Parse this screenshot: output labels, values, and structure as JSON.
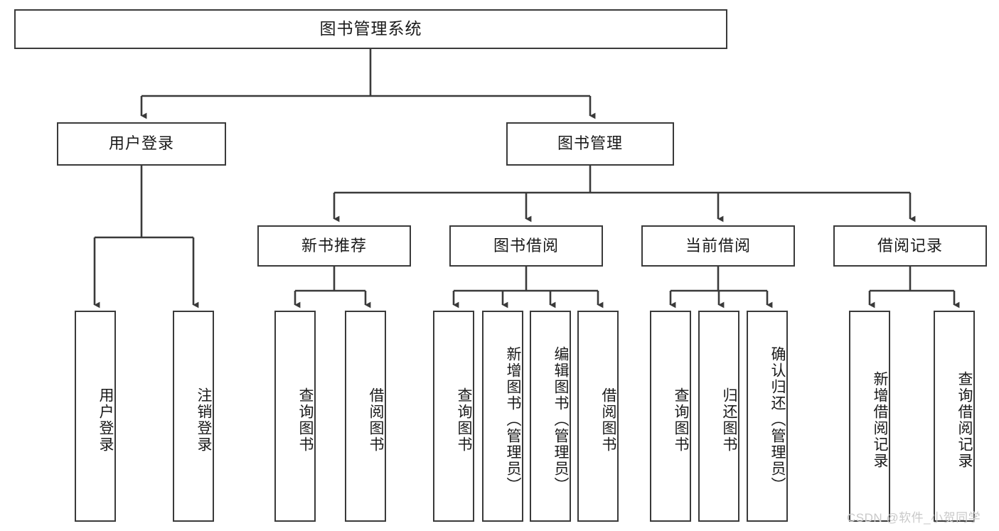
{
  "diagram": {
    "type": "tree",
    "title": "图书管理系统",
    "orientation": "top-down",
    "levels": 4,
    "nodes": {
      "root": {
        "label": "图书管理系统"
      },
      "level2": [
        {
          "label": "用户登录"
        },
        {
          "label": "图书管理"
        }
      ],
      "level3": [
        {
          "label": "新书推荐"
        },
        {
          "label": "图书借阅"
        },
        {
          "label": "当前借阅"
        },
        {
          "label": "借阅记录"
        }
      ],
      "leaves_user_login": [
        {
          "label": "用户登录"
        },
        {
          "label": "注销登录"
        }
      ],
      "leaves_new_book": [
        {
          "label": "查询图书"
        },
        {
          "label": "借阅图书"
        }
      ],
      "leaves_book_borrow": [
        {
          "label": "查询图书"
        },
        {
          "label": "新增图书（管理员）"
        },
        {
          "label": "编辑图书（管理员）"
        },
        {
          "label": "借阅图书"
        }
      ],
      "leaves_current_borrow": [
        {
          "label": "查询图书"
        },
        {
          "label": "归还图书"
        },
        {
          "label": "确认归还（管理员）"
        }
      ],
      "leaves_borrow_record": [
        {
          "label": "新增借阅记录"
        },
        {
          "label": "查询借阅记录"
        }
      ]
    },
    "edges": [
      {
        "from": "图书管理系统",
        "to": "用户登录"
      },
      {
        "from": "图书管理系统",
        "to": "图书管理"
      },
      {
        "from": "用户登录",
        "to": "用户登录"
      },
      {
        "from": "用户登录",
        "to": "注销登录"
      },
      {
        "from": "图书管理",
        "to": "新书推荐"
      },
      {
        "from": "图书管理",
        "to": "图书借阅"
      },
      {
        "from": "图书管理",
        "to": "当前借阅"
      },
      {
        "from": "图书管理",
        "to": "借阅记录"
      },
      {
        "from": "新书推荐",
        "to": "查询图书"
      },
      {
        "from": "新书推荐",
        "to": "借阅图书"
      },
      {
        "from": "图书借阅",
        "to": "查询图书"
      },
      {
        "from": "图书借阅",
        "to": "新增图书（管理员）"
      },
      {
        "from": "图书借阅",
        "to": "编辑图书（管理员）"
      },
      {
        "from": "图书借阅",
        "to": "借阅图书"
      },
      {
        "from": "当前借阅",
        "to": "查询图书"
      },
      {
        "from": "当前借阅",
        "to": "归还图书"
      },
      {
        "from": "当前借阅",
        "to": "确认归还（管理员）"
      },
      {
        "from": "借阅记录",
        "to": "新增借阅记录"
      },
      {
        "from": "借阅记录",
        "to": "查询借阅记录"
      }
    ],
    "colors": {
      "box_border": "#3a3a3a",
      "box_fill": "#ffffff",
      "connector": "#3a3a3a",
      "text": "#1a1a1a",
      "watermark": "#c9c9c9",
      "background": "#ffffff"
    }
  },
  "watermark": {
    "text": "CSDN @软件_小贺同学"
  }
}
